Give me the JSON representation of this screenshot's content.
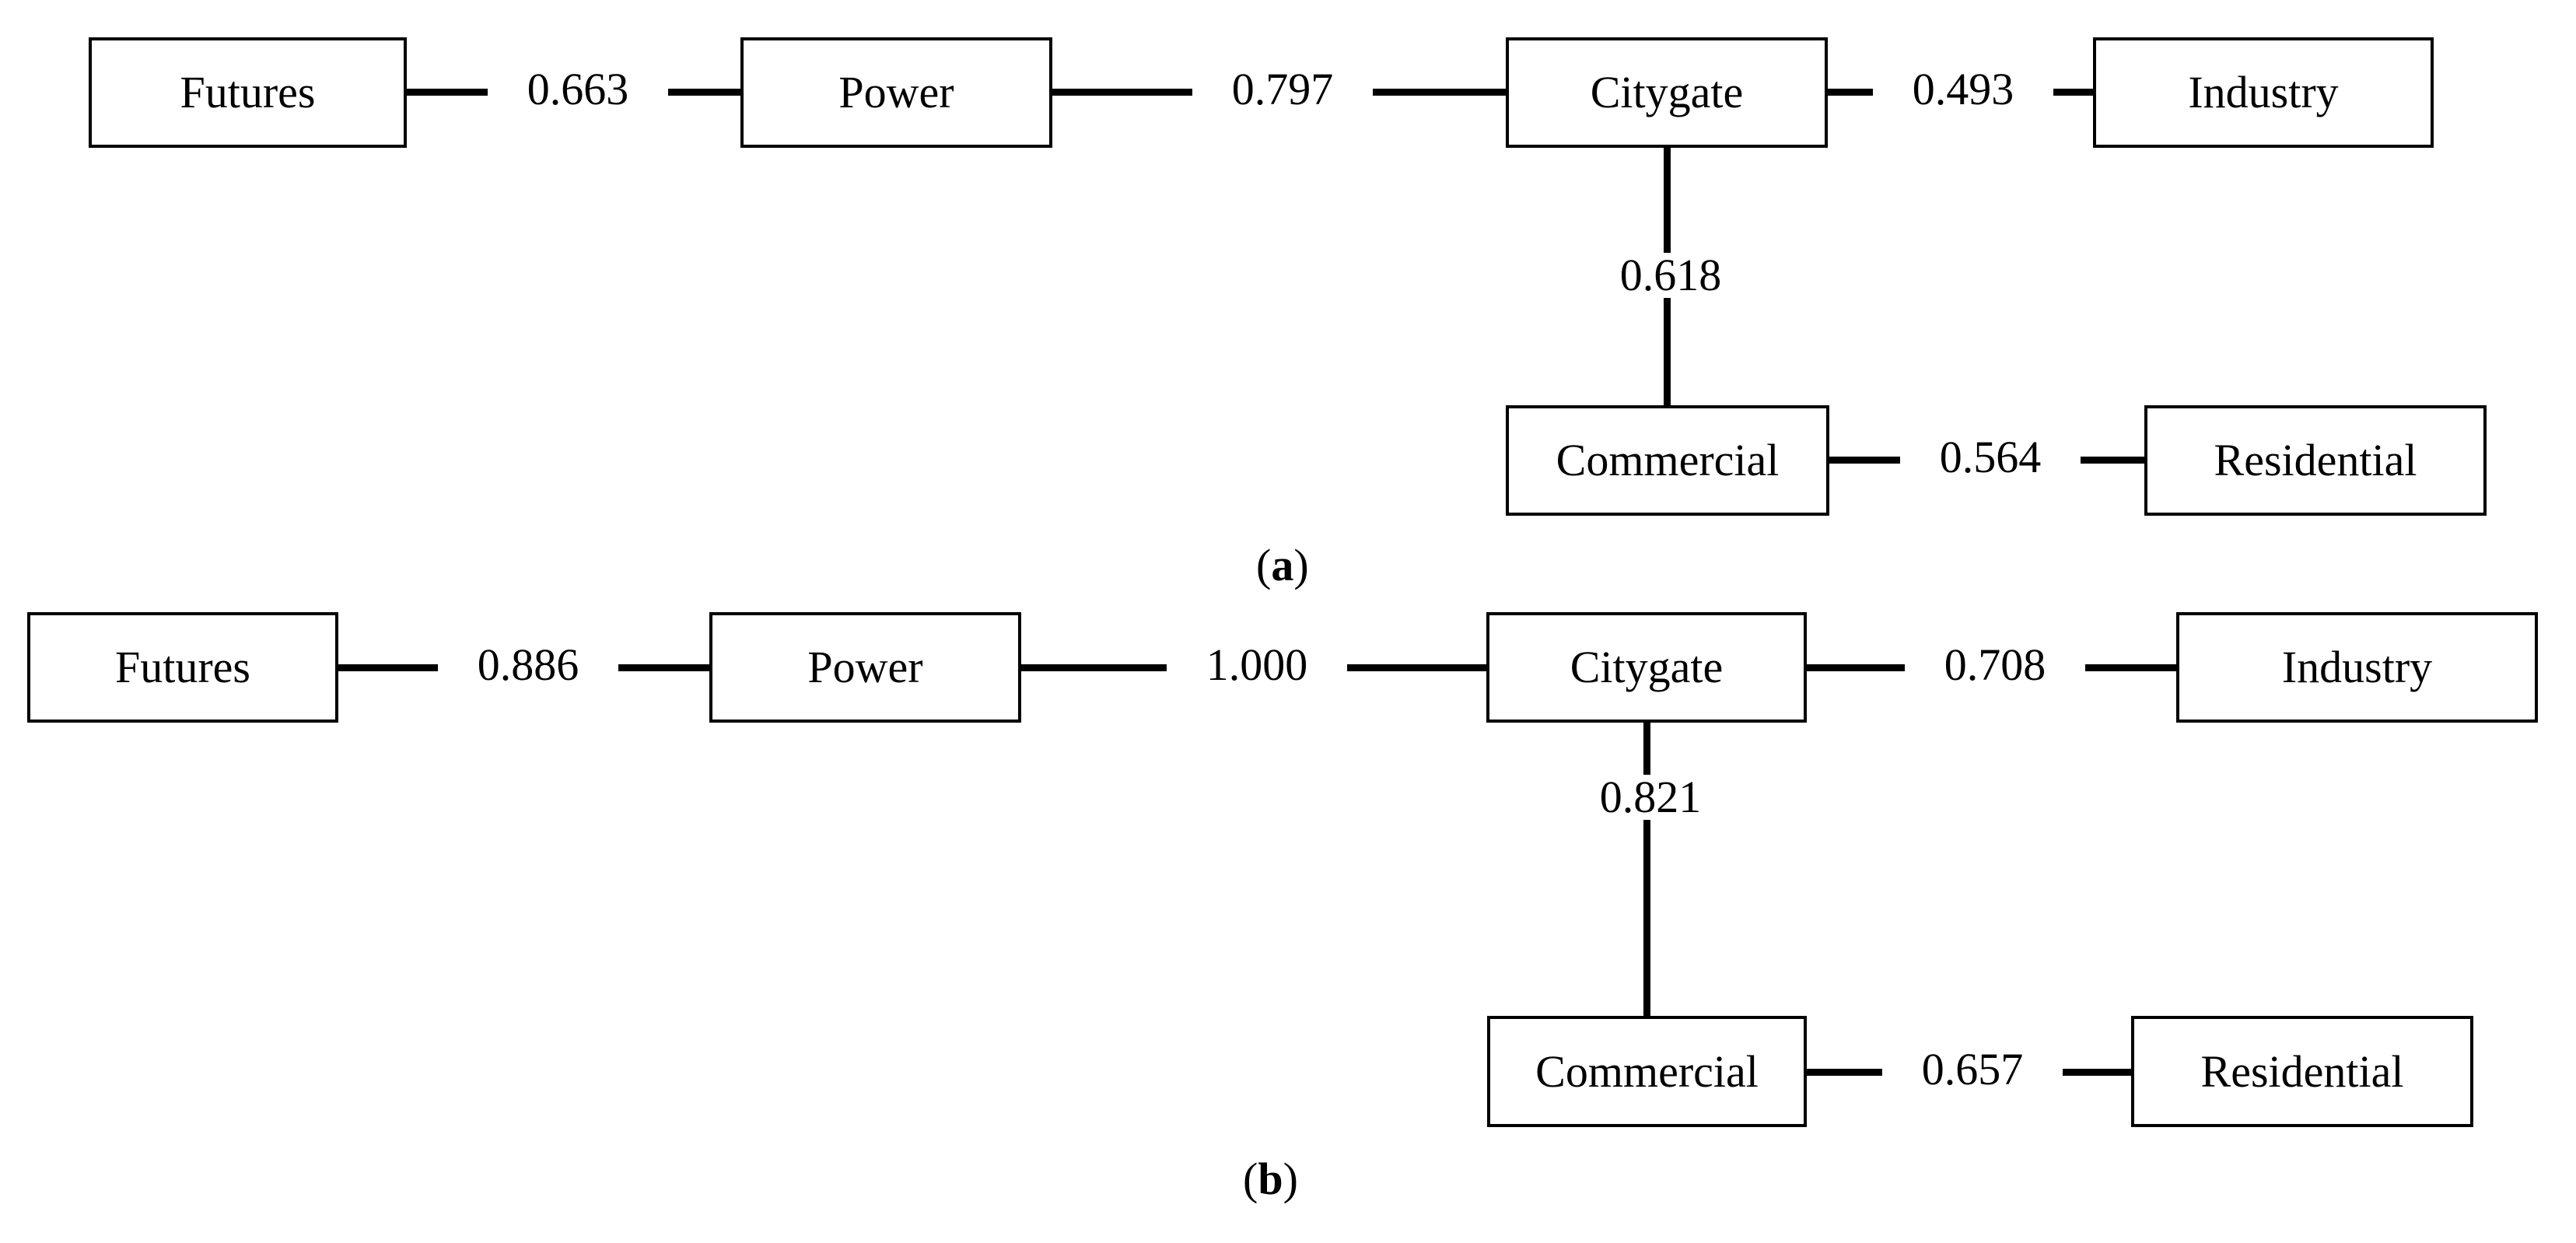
{
  "figure": {
    "type": "network-diagram",
    "background_color": "#ffffff",
    "line_color": "#000000",
    "panels": [
      {
        "id": "a",
        "caption": "(a)",
        "caption_letter": "a",
        "nodes": [
          {
            "id": "futures",
            "label": "Futures"
          },
          {
            "id": "power",
            "label": "Power"
          },
          {
            "id": "citygate",
            "label": "Citygate"
          },
          {
            "id": "industry",
            "label": "Industry"
          },
          {
            "id": "commercial",
            "label": "Commercial"
          },
          {
            "id": "residential",
            "label": "Residential"
          }
        ],
        "edges": [
          {
            "from": "futures",
            "to": "power",
            "label": "0.663",
            "orientation": "horizontal"
          },
          {
            "from": "power",
            "to": "citygate",
            "label": "0.797",
            "orientation": "horizontal"
          },
          {
            "from": "citygate",
            "to": "industry",
            "label": "0.493",
            "orientation": "horizontal"
          },
          {
            "from": "citygate",
            "to": "commercial",
            "label": "0.618",
            "orientation": "vertical"
          },
          {
            "from": "commercial",
            "to": "residential",
            "label": "0.564",
            "orientation": "horizontal"
          }
        ]
      },
      {
        "id": "b",
        "caption": "(b)",
        "caption_letter": "b",
        "nodes": [
          {
            "id": "futures",
            "label": "Futures"
          },
          {
            "id": "power",
            "label": "Power"
          },
          {
            "id": "citygate",
            "label": "Citygate"
          },
          {
            "id": "industry",
            "label": "Industry"
          },
          {
            "id": "commercial",
            "label": "Commercial"
          },
          {
            "id": "residential",
            "label": "Residential"
          }
        ],
        "edges": [
          {
            "from": "futures",
            "to": "power",
            "label": "0.886",
            "orientation": "horizontal"
          },
          {
            "from": "power",
            "to": "citygate",
            "label": "1.000",
            "orientation": "horizontal"
          },
          {
            "from": "citygate",
            "to": "industry",
            "label": "0.708",
            "orientation": "horizontal"
          },
          {
            "from": "citygate",
            "to": "commercial",
            "label": "0.821",
            "orientation": "vertical"
          },
          {
            "from": "commercial",
            "to": "residential",
            "label": "0.657",
            "orientation": "horizontal"
          }
        ]
      }
    ]
  },
  "chart_data": {
    "type": "diagram",
    "title": "",
    "subtitles": [
      "(a)",
      "(b)"
    ],
    "panels": [
      {
        "name": "(a)",
        "nodes": [
          "Futures",
          "Power",
          "Citygate",
          "Industry",
          "Commercial",
          "Residential"
        ],
        "links": [
          {
            "source": "Futures",
            "target": "Power",
            "value": 0.663
          },
          {
            "source": "Power",
            "target": "Citygate",
            "value": 0.797
          },
          {
            "source": "Citygate",
            "target": "Industry",
            "value": 0.493
          },
          {
            "source": "Citygate",
            "target": "Commercial",
            "value": 0.618
          },
          {
            "source": "Commercial",
            "target": "Residential",
            "value": 0.564
          }
        ]
      },
      {
        "name": "(b)",
        "nodes": [
          "Futures",
          "Power",
          "Citygate",
          "Industry",
          "Commercial",
          "Residential"
        ],
        "links": [
          {
            "source": "Futures",
            "target": "Power",
            "value": 0.886
          },
          {
            "source": "Power",
            "target": "Citygate",
            "value": 1.0
          },
          {
            "source": "Citygate",
            "target": "Industry",
            "value": 0.708
          },
          {
            "source": "Citygate",
            "target": "Commercial",
            "value": 0.821
          },
          {
            "source": "Commercial",
            "target": "Residential",
            "value": 0.657
          }
        ]
      }
    ]
  }
}
